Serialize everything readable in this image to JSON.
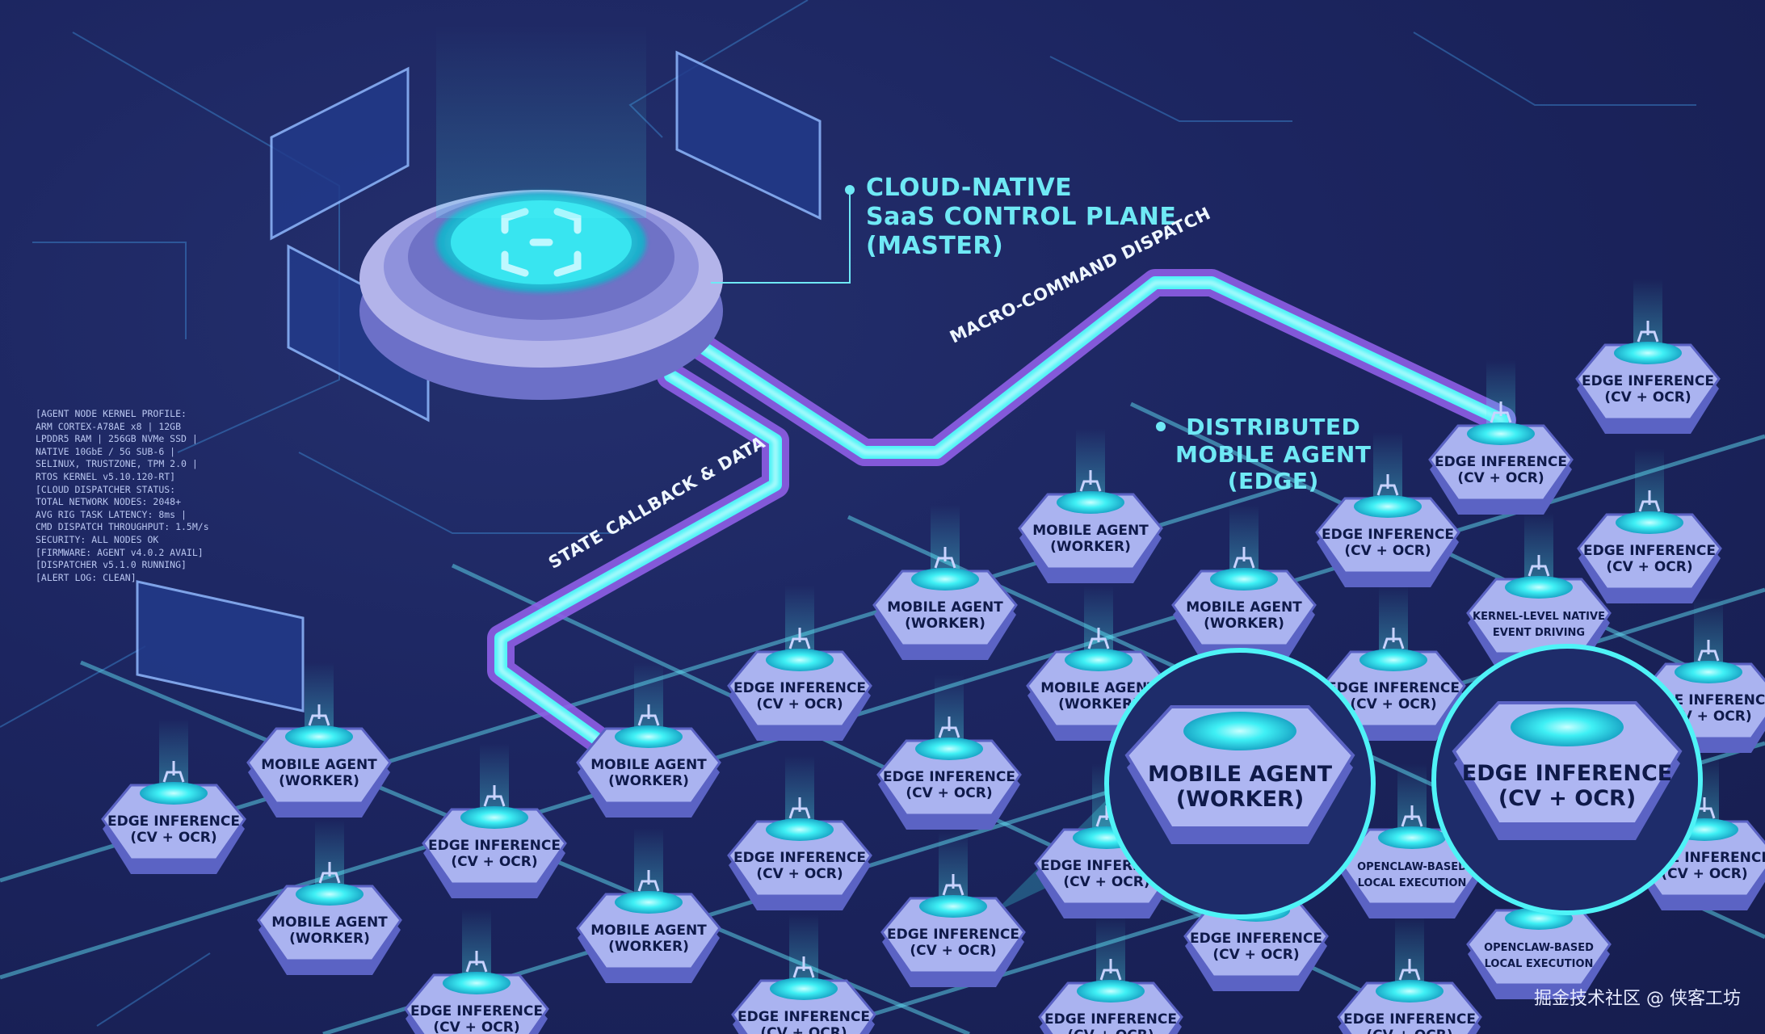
{
  "master_callout": {
    "line1": "CLOUD-NATIVE",
    "line2": "SaaS CONTROL PLANE",
    "line3": "(MASTER)"
  },
  "edge_callout": {
    "line1": "DISTRIBUTED",
    "line2": "MOBILE AGENT",
    "line3": "(EDGE)"
  },
  "flows": {
    "dispatch": "MACRO-COMMAND DISPATCH",
    "callback": "STATE CALLBACK & DATA"
  },
  "terminal_lines": [
    "[AGENT NODE KERNEL PROFILE:",
    "ARM CORTEX-A78AE x8 | 12GB",
    "LPDDR5 RAM | 256GB NVMe SSD |",
    "NATIVE 10GbE / 5G SUB-6 |",
    "SELINUX, TRUSTZONE, TPM 2.0 |",
    "RTOS KERNEL v5.10.120-RT]",
    "[CLOUD DISPATCHER STATUS:",
    "TOTAL NETWORK NODES: 2048+",
    "AVG RIG TASK LATENCY: 8ms |",
    "CMD DISPATCH THROUGHPUT: 1.5M/s",
    "SECURITY: ALL NODES OK",
    "[FIRMWARE: AGENT v4.0.2 AVAIL]",
    "[DISPATCHER v5.1.0 RUNNING]",
    "[ALERT LOG: CLEAN]"
  ],
  "node_types": {
    "worker": {
      "line1": "MOBILE AGENT",
      "line2": "(WORKER)"
    },
    "inference": {
      "line1": "EDGE INFERENCE",
      "line2": "(CV + OCR)"
    },
    "kernel": {
      "line1": "KERNEL-LEVEL NATIVE",
      "line2": "EVENT DRIVING"
    },
    "openclaw": {
      "line1": "OPENCLAW-BASED",
      "line2": "LOCAL EXECUTION"
    }
  },
  "zoom_worker": {
    "line1": "MOBILE AGENT",
    "line2": "(WORKER)"
  },
  "zoom_inference": {
    "line1": "EDGE INFERENCE",
    "line2": "(CV + OCR)"
  },
  "watermark": "掘金技术社区 @ 侠客工坊",
  "colors": {
    "background": "#1c2560",
    "cyan": "#5ef0f7",
    "purple": "#9a6cf0",
    "node_body": "#7f8fe6"
  }
}
